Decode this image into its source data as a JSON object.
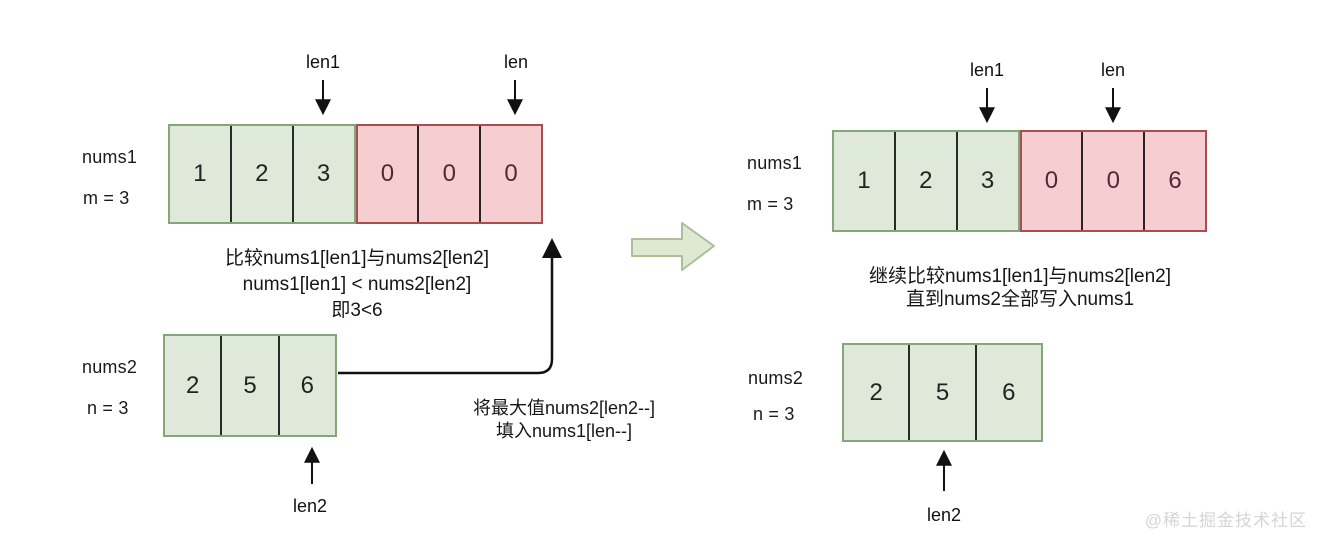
{
  "watermark": "@稀土掘金技术社区",
  "colors": {
    "green_fill": "#dfe9da",
    "green_border": "#86a578",
    "pink_fill": "#f6ced2",
    "pink_border": "#a84e52",
    "cell_divider": "#272b28",
    "green_digit": "#212421",
    "pink_digit": "#552831",
    "arrow_line": "#111111",
    "big_arrow_fill": "#dfe8d3",
    "big_arrow_border": "#aabf96"
  },
  "left": {
    "nums1": {
      "name": "nums1",
      "size": "m = 3",
      "cells": [
        "1",
        "2",
        "3",
        "0",
        "0",
        "0"
      ],
      "pointer_len1": "len1",
      "pointer_len": "len"
    },
    "compare_note": [
      "比较nums1[len1]与nums2[len2]",
      "nums1[len1] < nums2[len2]",
      "即3<6"
    ],
    "nums2": {
      "name": "nums2",
      "size": "n = 3",
      "cells": [
        "2",
        "5",
        "6"
      ],
      "pointer_len2": "len2"
    },
    "move_note": [
      "将最大值nums2[len2--]",
      "填入nums1[len--]"
    ]
  },
  "right": {
    "nums1": {
      "name": "nums1",
      "size": "m = 3",
      "cells": [
        "1",
        "2",
        "3",
        "0",
        "0",
        "6"
      ],
      "pointer_len1": "len1",
      "pointer_len": "len"
    },
    "note": [
      "继续比较nums1[len1]与nums2[len2]",
      "直到nums2全部写入nums1"
    ],
    "nums2": {
      "name": "nums2",
      "size": "n = 3",
      "cells": [
        "2",
        "5",
        "6"
      ],
      "pointer_len2": "len2"
    }
  }
}
